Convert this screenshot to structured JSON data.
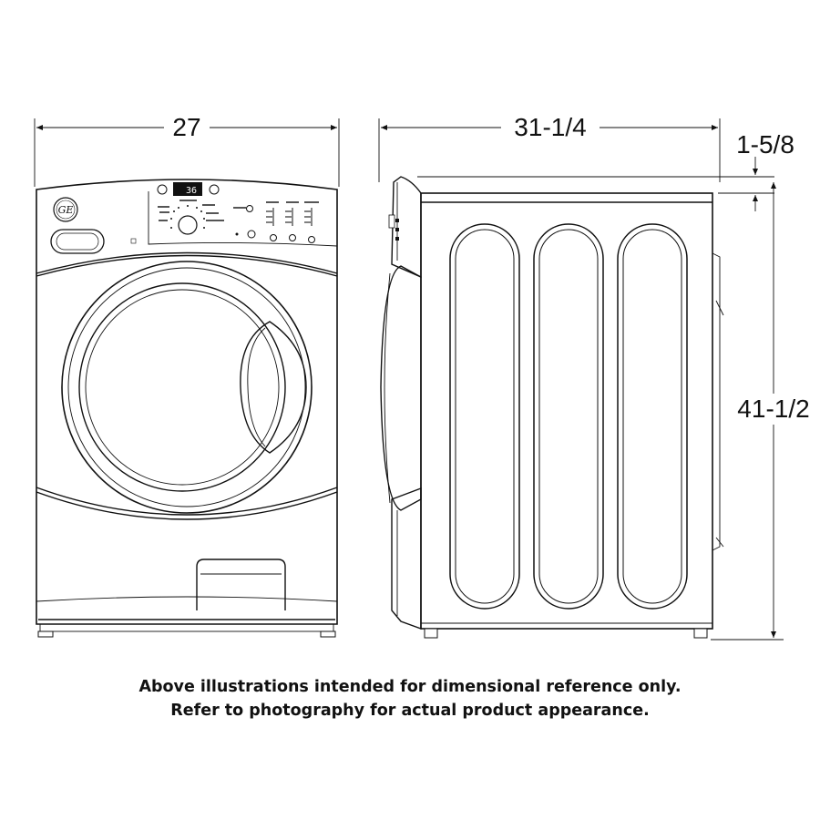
{
  "dimensions": {
    "width": "27",
    "depth": "31-1/4",
    "door_offset": "1-5/8",
    "height": "41-1/2"
  },
  "display_readout": "36",
  "notes": {
    "line1": "Above illustrations intended for dimensional reference only.",
    "line2": "Refer to photography for actual product appearance."
  },
  "brand_mark": "GE"
}
